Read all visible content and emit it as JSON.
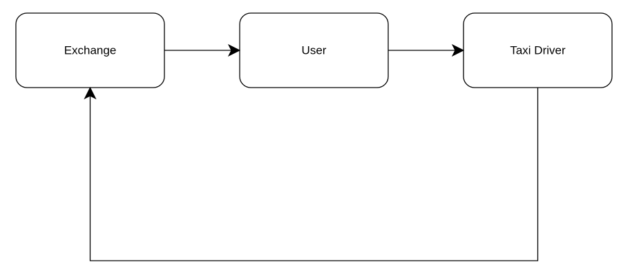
{
  "diagram": {
    "nodes": [
      {
        "id": "exchange",
        "label": "Exchange"
      },
      {
        "id": "user",
        "label": "User"
      },
      {
        "id": "taxi-driver",
        "label": "Taxi Driver"
      }
    ],
    "edges": [
      {
        "from": "exchange",
        "to": "user"
      },
      {
        "from": "user",
        "to": "taxi-driver"
      },
      {
        "from": "taxi-driver",
        "to": "exchange"
      }
    ]
  }
}
